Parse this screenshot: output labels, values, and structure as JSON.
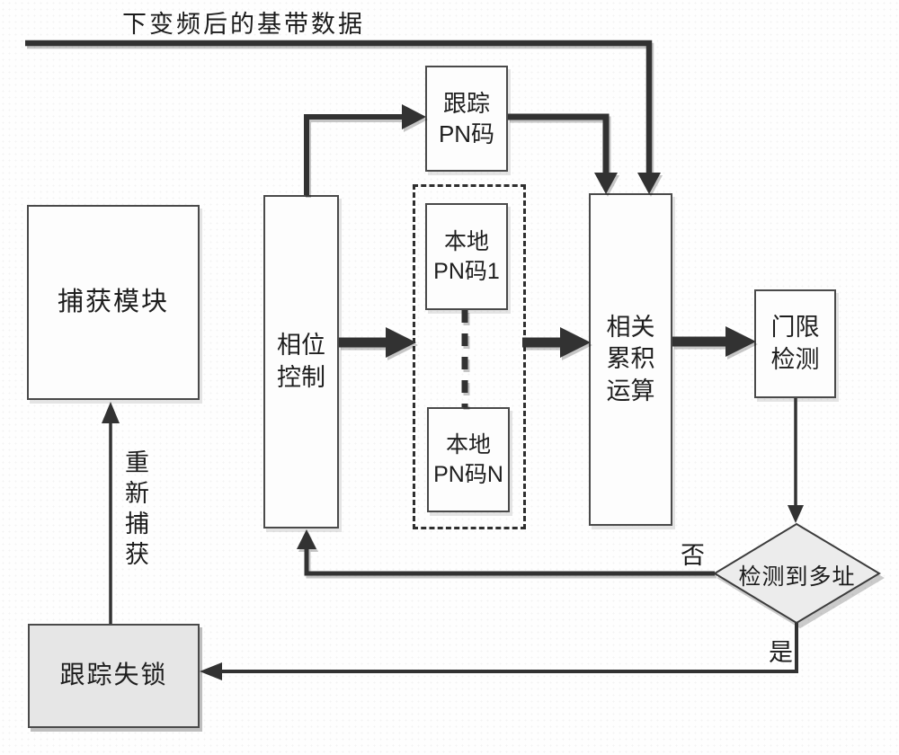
{
  "diagram": {
    "title": "下变频后的基带数据",
    "nodes": {
      "acquisition": "捕获模块",
      "tracking_pn": "跟踪\nPN码",
      "phase_control": "相位\n控制",
      "local_pn_1": "本地\nPN码1",
      "local_pn_n": "本地\nPN码N",
      "correlation": "相关\n累积\n运算",
      "threshold": "门限\n检测",
      "decision": "检测到多址",
      "loss_of_lock": "跟踪失锁"
    },
    "labels": {
      "no": "否",
      "yes": "是",
      "reacquire": "重新捕获"
    },
    "colors": {
      "line": "#323232",
      "box_border": "#4a4a4a",
      "diamond_fill": "#ececec",
      "loss_of_lock_fill": "#e6e6e6",
      "background": "#fefefe"
    }
  }
}
